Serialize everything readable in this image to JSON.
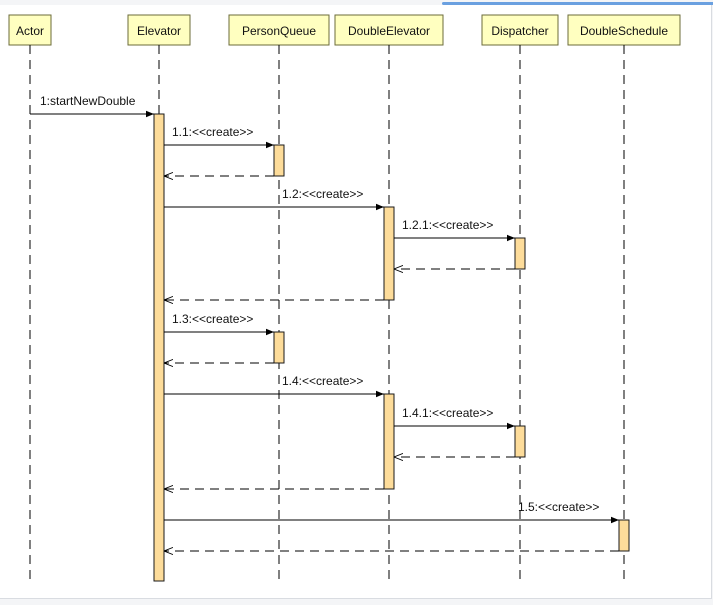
{
  "colors": {
    "participant_fill": "#ffffc0",
    "participant_stroke": "#6b6b3a",
    "activation_fill": "#fddc9a",
    "activation_stroke": "#1a1a1a",
    "line": "#000000",
    "background": "#ffffff"
  },
  "participants": [
    "Actor",
    "Elevator",
    "PersonQueue",
    "DoubleElevator",
    "Dispatcher",
    "DoubleSchedule"
  ],
  "messages": [
    {
      "label": "1:startNewDouble",
      "from": "Actor",
      "to": "Elevator",
      "kind": "call"
    },
    {
      "label": "1.1:<<create>>",
      "from": "Elevator",
      "to": "PersonQueue",
      "kind": "call"
    },
    {
      "label": "",
      "from": "PersonQueue",
      "to": "Elevator",
      "kind": "return"
    },
    {
      "label": "1.2:<<create>>",
      "from": "Elevator",
      "to": "DoubleElevator",
      "kind": "call"
    },
    {
      "label": "1.2.1:<<create>>",
      "from": "DoubleElevator",
      "to": "Dispatcher",
      "kind": "call"
    },
    {
      "label": "",
      "from": "Dispatcher",
      "to": "DoubleElevator",
      "kind": "return"
    },
    {
      "label": "",
      "from": "DoubleElevator",
      "to": "Elevator",
      "kind": "return"
    },
    {
      "label": "1.3:<<create>>",
      "from": "Elevator",
      "to": "PersonQueue",
      "kind": "call"
    },
    {
      "label": "",
      "from": "PersonQueue",
      "to": "Elevator",
      "kind": "return"
    },
    {
      "label": "1.4:<<create>>",
      "from": "Elevator",
      "to": "DoubleElevator",
      "kind": "call"
    },
    {
      "label": "1.4.1:<<create>>",
      "from": "DoubleElevator",
      "to": "Dispatcher",
      "kind": "call"
    },
    {
      "label": "",
      "from": "Dispatcher",
      "to": "DoubleElevator",
      "kind": "return"
    },
    {
      "label": "",
      "from": "DoubleElevator",
      "to": "Elevator",
      "kind": "return"
    },
    {
      "label": "1.5:<<create>>",
      "from": "Elevator",
      "to": "DoubleSchedule",
      "kind": "call"
    },
    {
      "label": "",
      "from": "DoubleSchedule",
      "to": "Elevator",
      "kind": "return"
    }
  ]
}
